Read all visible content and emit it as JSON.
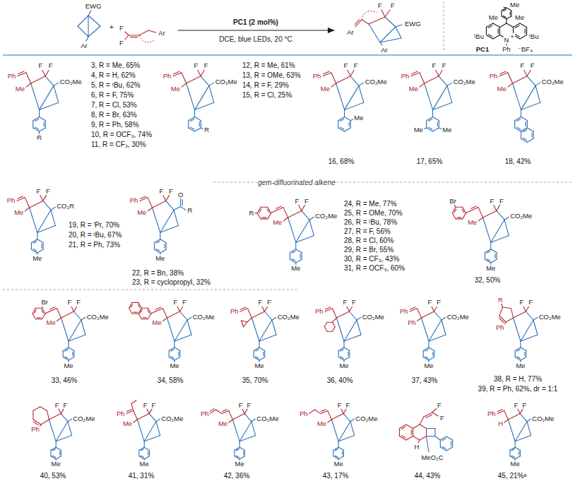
{
  "diagram": {
    "labels": [
      "EWG",
      "Ar",
      "+",
      "F",
      "F",
      "Ar",
      "PC1 (2 mol%)",
      "DCE, blue LEDs, 20 °C",
      "F",
      "F",
      "EWG",
      "Ar",
      "Ar",
      "Me",
      "Me",
      "Me",
      "ᵗBu",
      "N",
      "+",
      "ᵗBu",
      "PC1",
      "Ph",
      "⁻BF₄",
      "Ph",
      "F",
      "F",
      "CO₂Me",
      "Me",
      "R",
      "3, R = Me, 65%",
      "4, R = H, 62%",
      "5, R = ᵗBu, 62%",
      "6, R = F, 75%",
      "7, R = Cl, 53%",
      "8, R = Br, 63%",
      "9, R = Ph, 58%",
      "10, R = OCF₃, 74%",
      "11, R = CF₃, 30%",
      "Ph",
      "F",
      "F",
      "CO₂Me",
      "Me",
      "R",
      "12, R = Me, 61%",
      "13, R = OMe, 63%",
      "14, R = F, 29%",
      "15, R = Cl, 25%",
      "Ph",
      "F",
      "F",
      "CO₂Me",
      "Me",
      "Me",
      "16, 68%",
      "Ph",
      "F",
      "F",
      "CO₂Me",
      "Me",
      "Me",
      "Me",
      "17, 65%",
      "Ph",
      "F",
      "F",
      "CO₂Me",
      "Me",
      "18, 42%",
      "Ph",
      "F",
      "F",
      "CO₂R",
      "Me",
      "Me",
      "19, R = ⁱPr, 70%",
      "20, R = ᵗBu, 67%",
      "21, R = Ph, 73%",
      "Ph",
      "F",
      "F",
      "O",
      "R",
      "Me",
      "Me",
      "22, R = Bn, 38%",
      "23, R = cyclopropyl, 32%",
      "gem-difluorinated alkene",
      "R",
      "F",
      "F",
      "CO₂Me",
      "Me",
      "Me",
      "24, R = Me, 77%",
      "25, R = OMe, 70%",
      "26, R = ᵗBu, 78%",
      "27, R = F, 56%",
      "28, R = Cl, 60%",
      "29, R = Br, 55%",
      "30, R = CF₃, 43%",
      "31, R = OCF₃, 60%",
      "Br",
      "F",
      "F",
      "CO₂Me",
      "Me",
      "Me",
      "32, 50%",
      "Br",
      "F",
      "F",
      "CO₂Me",
      "Me",
      "Me",
      "33, 46%",
      "F",
      "F",
      "CO₂Me",
      "Me",
      "Me",
      "34, 58%",
      "Ph",
      "F",
      "F",
      "CO₂Me",
      "Me",
      "35, 70%",
      "Ph",
      "F",
      "F",
      "CO₂Me",
      "Me",
      "36, 40%",
      "Ph",
      "F",
      "F",
      "CO₂Me",
      "Ph",
      "Me",
      "37, 43%",
      "Ph",
      "R",
      "F",
      "F",
      "CO₂Me",
      "Me",
      "38, R = H, 77%",
      "39, R = Ph, 62%, dr = 1:1",
      "Ph",
      "F",
      "F",
      "CO₂Me",
      "Me",
      "40, 53%",
      "Ph",
      "F",
      "F",
      "CO₂Me",
      "Me",
      "Me",
      "41, 31%",
      "Ph",
      "F",
      "F",
      "CO₂Me",
      "Me",
      "Me",
      "42, 36%",
      "Ph",
      "F",
      "F",
      "CO₂Me",
      "Me",
      "Me",
      "43, 17%",
      "F",
      "F",
      "H",
      "MeO₂C",
      "44, 43%",
      "Ph",
      "F",
      "F",
      "CO₂Me",
      "H",
      "Me",
      "45, 21%ᵃ"
    ]
  }
}
